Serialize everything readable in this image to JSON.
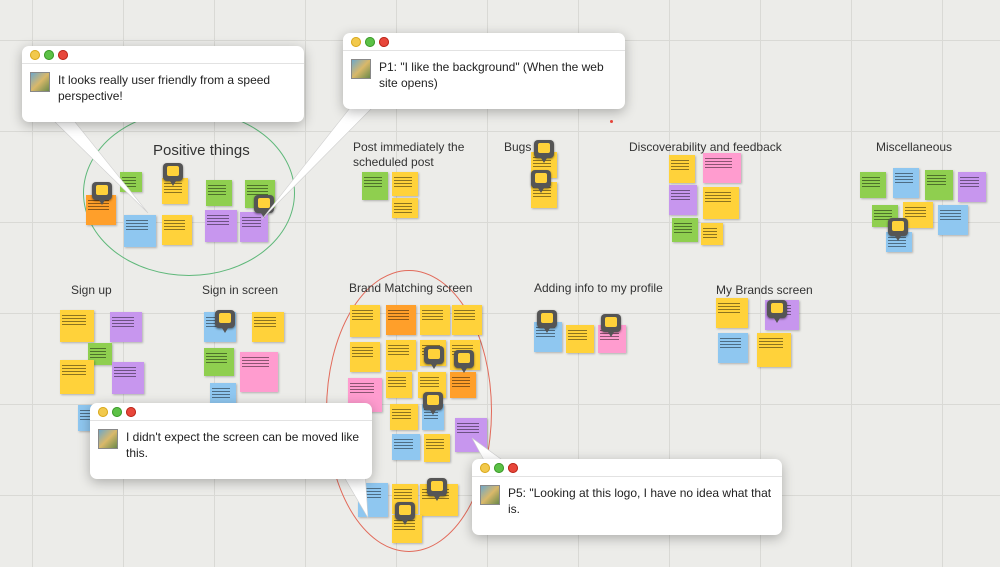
{
  "board": {
    "columns": {
      "positive_things": "Positive things",
      "post_immediately": "Post immediately the scheduled post",
      "bugs": "Bugs",
      "discoverability": "Discoverability and feedback",
      "miscellaneous": "Miscellaneous",
      "sign_up": "Sign up",
      "sign_in": "Sign in screen",
      "brand_matching": "Brand Matching screen",
      "adding_info": "Adding info to my profile",
      "my_brands": "My Brands screen"
    }
  },
  "bubbles": [
    {
      "quote": "It looks really user friendly from a speed perspective!"
    },
    {
      "quote": "P1: \"I like the background\" (When the web site opens)"
    },
    {
      "quote": "I didn't expect the screen can be moved like this."
    },
    {
      "quote": "P5: \"Looking at this logo, I have no idea what that is."
    }
  ],
  "colors": {
    "yellow": "#ffd23a",
    "orange": "#ff9f2a",
    "green": "#8fcf4f",
    "purple": "#c796ee",
    "blue": "#8fc7f0",
    "pink": "#ff9ccf",
    "positive_outline": "#5fb87a",
    "brand_outline": "#e26a5a"
  },
  "icons": {
    "window_close": "red-light-icon",
    "window_minimize": "yellow-light-icon",
    "window_zoom": "green-light-icon",
    "pin": "comment-pin-icon"
  }
}
